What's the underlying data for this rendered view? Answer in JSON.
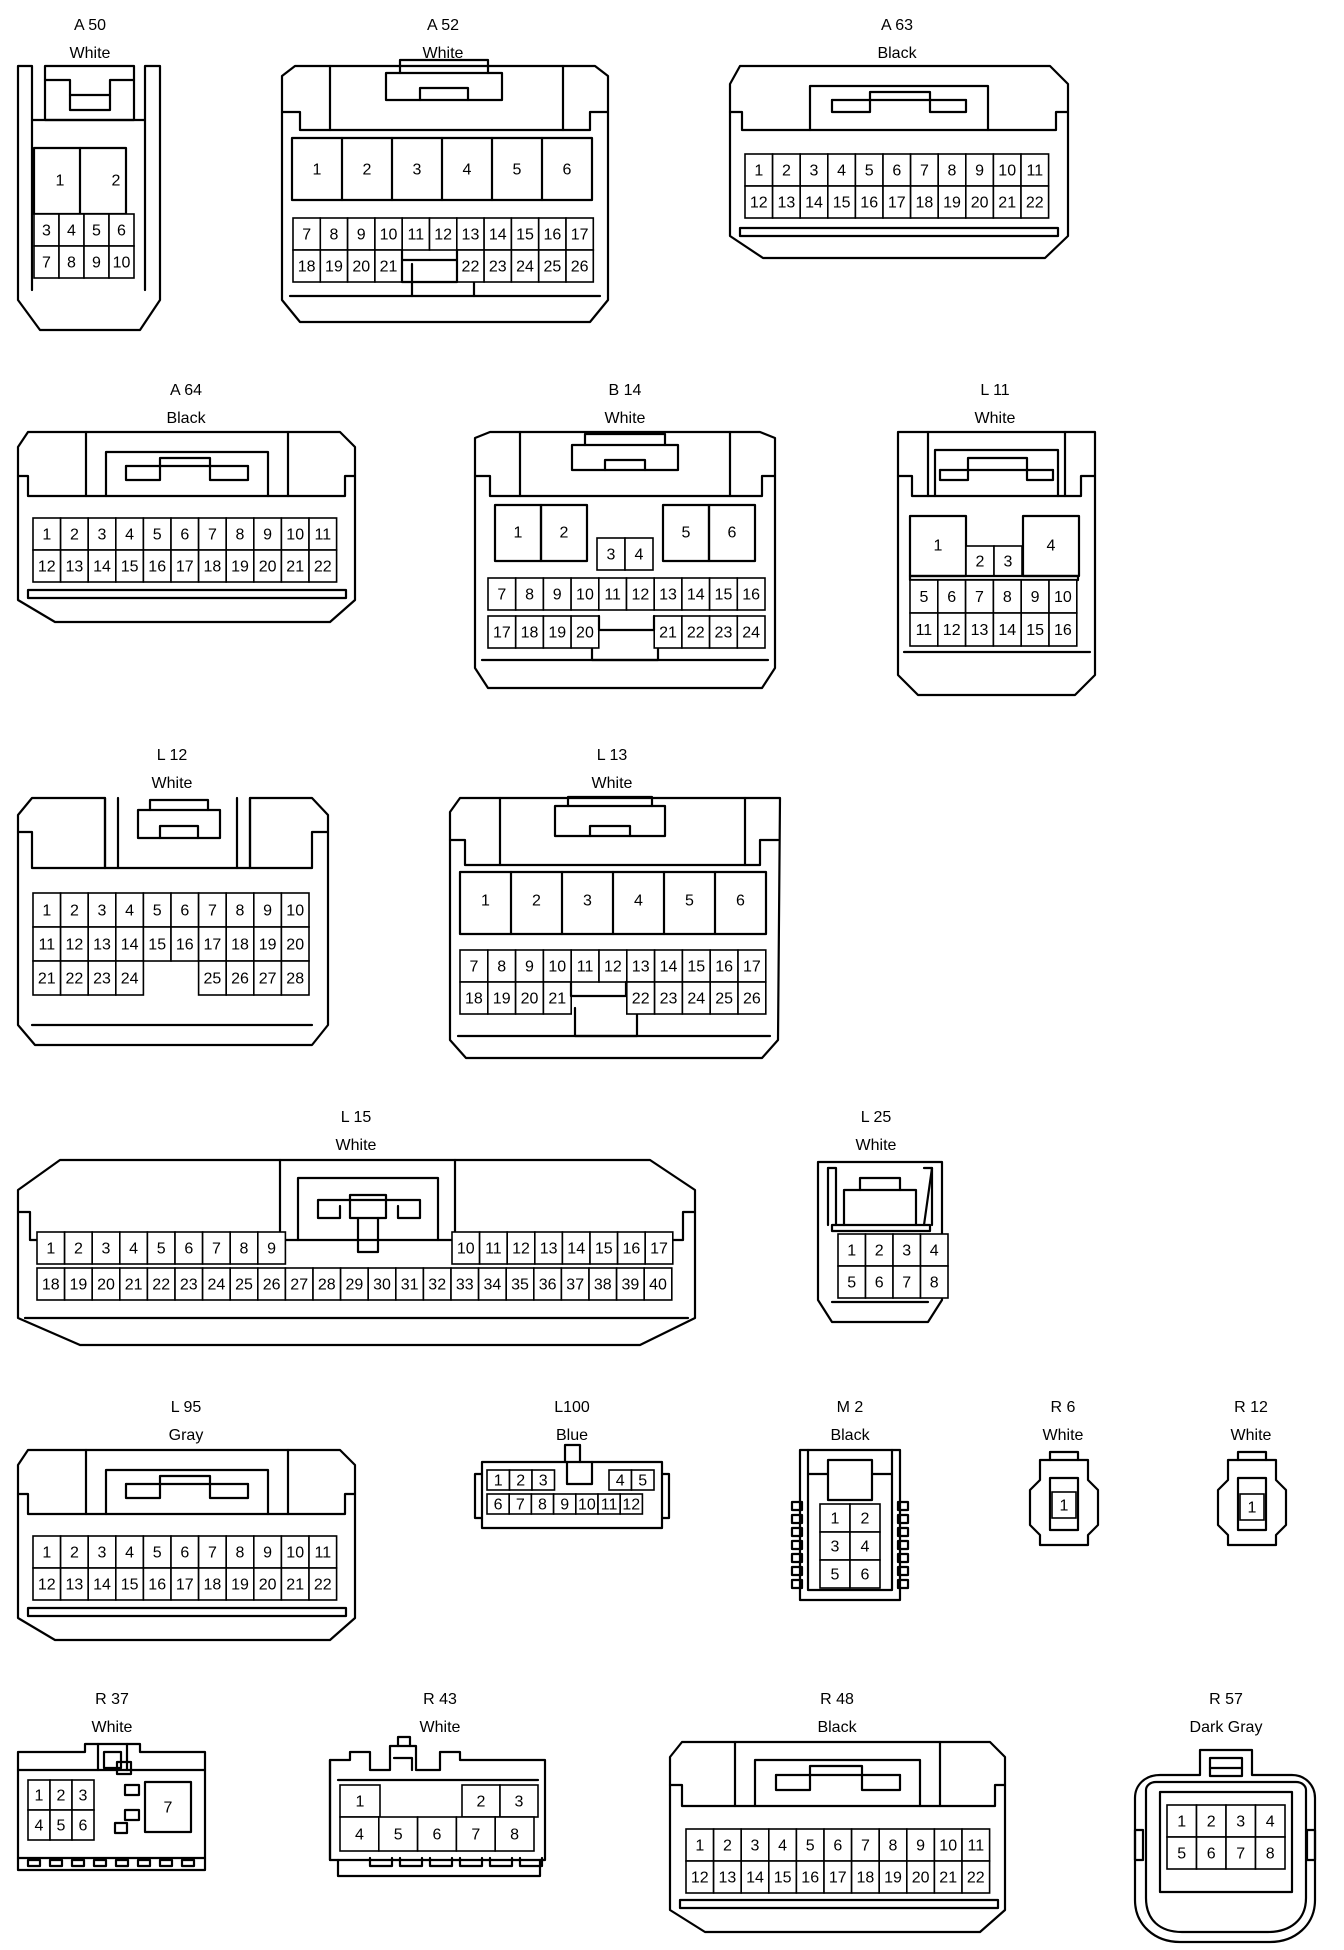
{
  "connectors": [
    {
      "id": "A 50",
      "color": "White"
    },
    {
      "id": "A 52",
      "color": "White"
    },
    {
      "id": "A 63",
      "color": "Black"
    },
    {
      "id": "A 64",
      "color": "Black"
    },
    {
      "id": "B 14",
      "color": "White"
    },
    {
      "id": "L 11",
      "color": "White"
    },
    {
      "id": "L 12",
      "color": "White"
    },
    {
      "id": "L 13",
      "color": "White"
    },
    {
      "id": "L 15",
      "color": "White"
    },
    {
      "id": "L 25",
      "color": "White"
    },
    {
      "id": "L 95",
      "color": "Gray"
    },
    {
      "id": "L100",
      "color": "Blue"
    },
    {
      "id": "M 2",
      "color": "Black"
    },
    {
      "id": "R 6",
      "color": "White"
    },
    {
      "id": "R 12",
      "color": "White"
    },
    {
      "id": "R 37",
      "color": "White"
    },
    {
      "id": "R 43",
      "color": "White"
    },
    {
      "id": "R 48",
      "color": "Black"
    },
    {
      "id": "R 57",
      "color": "Dark Gray"
    }
  ]
}
